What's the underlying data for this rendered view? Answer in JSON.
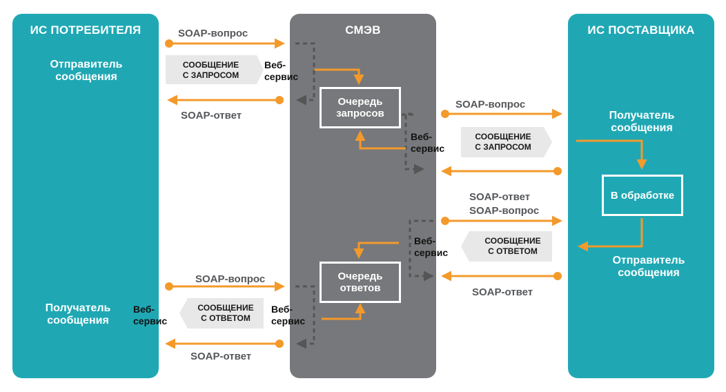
{
  "panels": {
    "consumer_title": "ИС ПОТРЕБИТЕЛЯ",
    "smev_title": "СМЭВ",
    "provider_title": "ИС ПОСТАВЩИКА"
  },
  "consumer": {
    "sender": "Отправитель сообщения",
    "receiver": "Получатель сообщения"
  },
  "provider": {
    "receiver": "Получатель сообщения",
    "processing": "В обработке",
    "sender": "Отправитель сообщения"
  },
  "queues": {
    "requests": "Очередь запросов",
    "responses": "Очередь ответов"
  },
  "labels": {
    "soap_request": "SOAP-вопрос",
    "soap_response": "SOAP-ответ",
    "web_service": "Веб-сервис",
    "web_service_1": "Веб-",
    "web_service_2": "сервис",
    "msg_request_1": "СООБЩЕНИЕ",
    "msg_request_2": "С ЗАПРОСОМ",
    "msg_response_1": "СООБЩЕНИЕ",
    "msg_response_2": "С ОТВЕТОМ"
  },
  "colors": {
    "teal": "#1fa8b4",
    "gray": "#77787b",
    "orange": "#f39a2b",
    "dashed": "#555555",
    "message_block": "#e8e8e8"
  }
}
